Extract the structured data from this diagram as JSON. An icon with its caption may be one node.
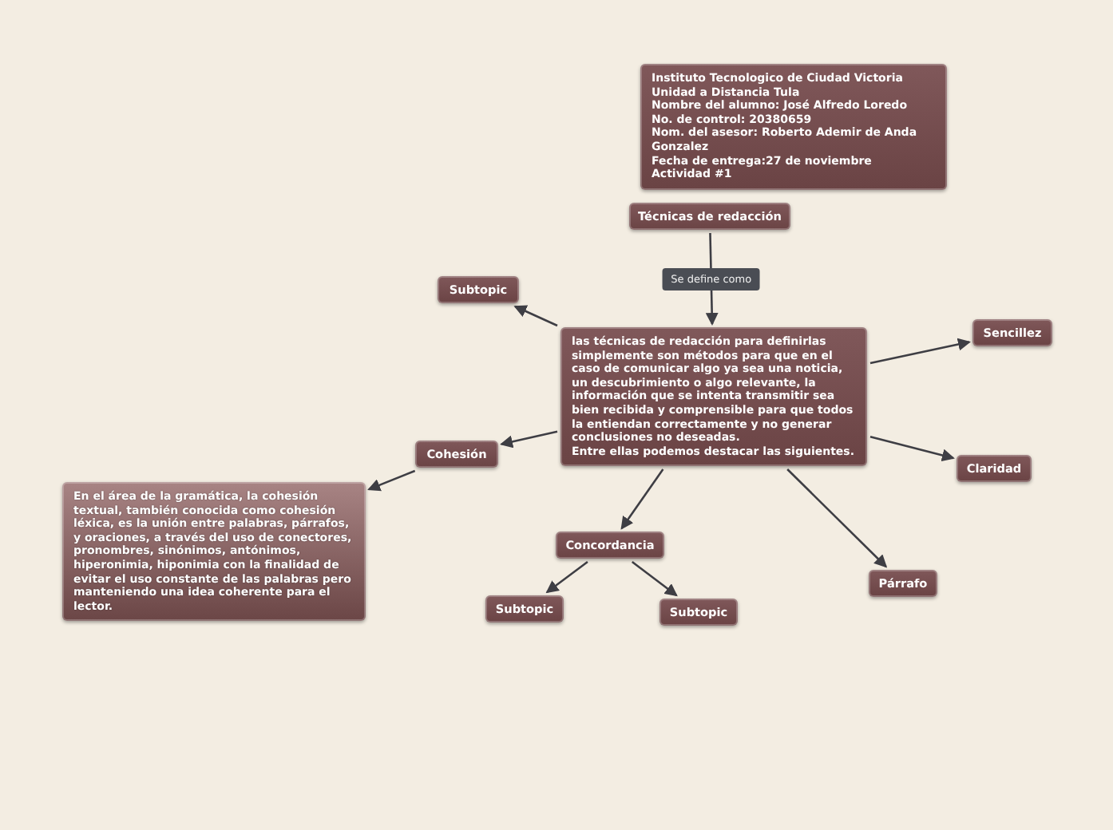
{
  "diagram": {
    "nodes": [
      {
        "text": [
          "Instituto Tecnologico de Ciudad Victoria",
          "Unidad a Distancia Tula",
          "Nombre del alumno: José Alfredo Loredo",
          "No. de control: 20380659",
          "Nom. del asesor: Roberto Ademir de Anda Gonzalez",
          "Fecha de entrega:27 de noviembre",
          "Actividad #1"
        ]
      },
      {
        "text": [
          "Técnicas de redacción"
        ]
      },
      {
        "text": [
          "las técnicas de redacción para definirlas simplemente son métodos para que en el caso de comunicar algo ya sea una noticia, un descubrimiento o algo relevante, la información que se intenta transmitir sea bien recibida y comprensible para que todos la entiendan correctamente y no generar conclusiones no deseadas.",
          "Entre ellas podemos destacar las siguientes."
        ]
      },
      {
        "text": [
          "Subtopic"
        ]
      },
      {
        "text": [
          "Sencillez"
        ]
      },
      {
        "text": [
          "Cohesión"
        ]
      },
      {
        "text": [
          "Claridad"
        ]
      },
      {
        "text": [
          "En el área de la gramática, la cohesión textual, también conocida como cohesión léxica, es la unión entre palabras, párrafos, y oraciones, a través del uso de conectores, pronombres, sinónimos, antónimos, hiperonimia, hiponimia con la finalidad de evitar el uso constante de las palabras pero manteniendo una idea coherente para el lector."
        ]
      },
      {
        "text": [
          "Concordancia"
        ]
      },
      {
        "text": [
          "Párrafo"
        ]
      },
      {
        "text": [
          "Subtopic"
        ]
      },
      {
        "text": [
          "Subtopic"
        ]
      }
    ],
    "edges": [
      {
        "from": 1,
        "to": 2,
        "arrow": "to",
        "label": "Se define como"
      },
      {
        "from": 2,
        "to": 3,
        "arrow": "to"
      },
      {
        "from": 2,
        "to": 4,
        "arrow": "to"
      },
      {
        "from": 2,
        "to": 5,
        "arrow": "to"
      },
      {
        "from": 2,
        "to": 6,
        "arrow": "to"
      },
      {
        "from": 2,
        "to": 8,
        "arrow": "to"
      },
      {
        "from": 2,
        "to": 9,
        "arrow": "to"
      },
      {
        "from": 5,
        "to": 7,
        "arrow": "to"
      },
      {
        "from": 8,
        "to": 10,
        "arrow": "to"
      },
      {
        "from": 8,
        "to": 11,
        "arrow": "to"
      }
    ]
  }
}
